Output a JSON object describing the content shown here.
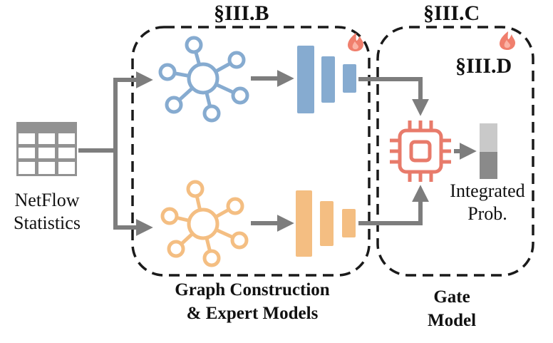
{
  "sections": {
    "graph": "§III.B",
    "gate": "§III.C",
    "integration": "§III.D"
  },
  "input": {
    "line1": "NetFlow",
    "line2": "Statistics"
  },
  "output": {
    "line1": "Integrated",
    "line2": "Prob."
  },
  "captions": {
    "experts_line1": "Graph Construction",
    "experts_line2": "& Expert Models",
    "gate_line1": "Gate",
    "gate_line2": "Model"
  },
  "colors": {
    "blue": "#86abd0",
    "orange": "#f4be82",
    "red": "#e87b6b",
    "arrow": "#7d7d7d",
    "table": "#929292",
    "flame": "#f07f6d"
  },
  "icons": {
    "input": "table-icon",
    "graph_top": "graph-network-icon",
    "graph_bottom": "graph-network-icon",
    "model_top": "neural-layers-icon",
    "model_bottom": "neural-layers-icon",
    "gate": "chip-icon",
    "output": "probability-bar-icon",
    "trainable": "flame-icon"
  }
}
